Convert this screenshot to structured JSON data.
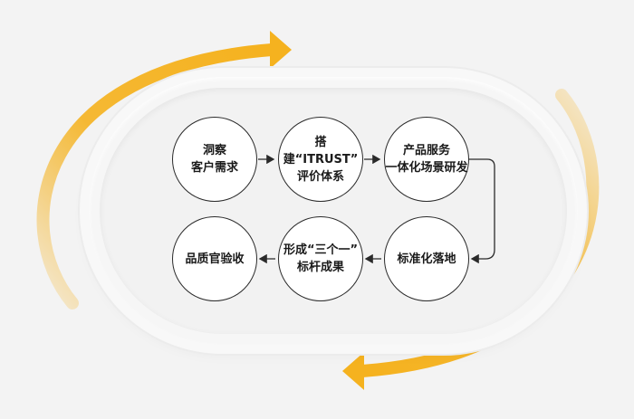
{
  "diagram": {
    "colors": {
      "accent": "#f5b21f",
      "stroke": "#2a2a2a",
      "bg": "#f3f3f3"
    },
    "nodes": [
      {
        "id": "n1",
        "label": "洞察\n客户需求"
      },
      {
        "id": "n2",
        "label": "搭建“ITRUST”\n评价体系"
      },
      {
        "id": "n3",
        "label": "产品服务\n一体化场景研发"
      },
      {
        "id": "n4",
        "label": "标准化落地"
      },
      {
        "id": "n5",
        "label": "形成“三个一”\n标杆成果"
      },
      {
        "id": "n6",
        "label": "品质官验收"
      }
    ]
  }
}
